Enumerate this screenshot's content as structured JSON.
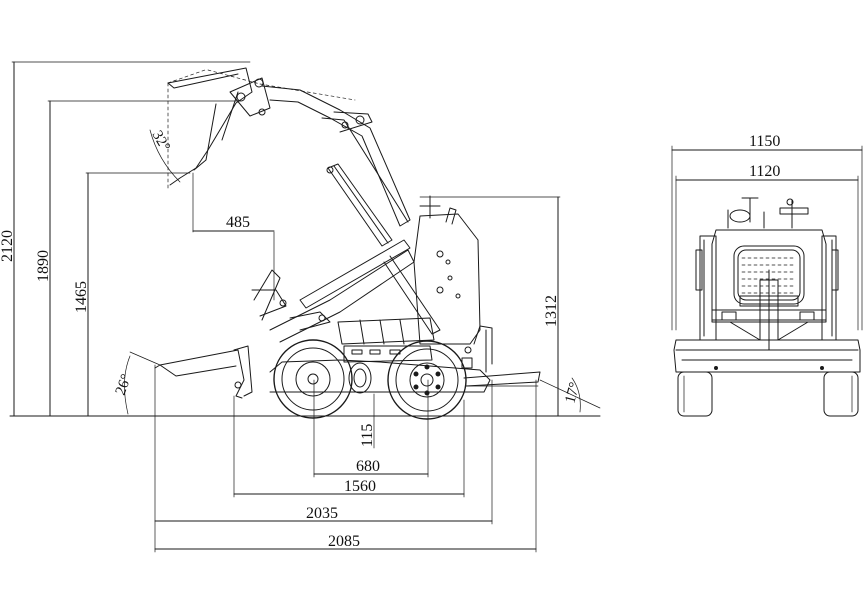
{
  "dimensions": {
    "max_lift_height": "2120",
    "bucket_hinge_height": "1890",
    "dump_height": "1465",
    "machine_height": "1312",
    "dump_reach": "485",
    "ground_clearance": "115",
    "wheelbase": "680",
    "track_length": "1560",
    "length_without_bucket": "2035",
    "overall_length": "2085",
    "overall_width": "1150",
    "track_width": "1120"
  },
  "angles": {
    "dump_angle": "32°",
    "rollback_angle": "26°",
    "departure_angle": "17°"
  }
}
